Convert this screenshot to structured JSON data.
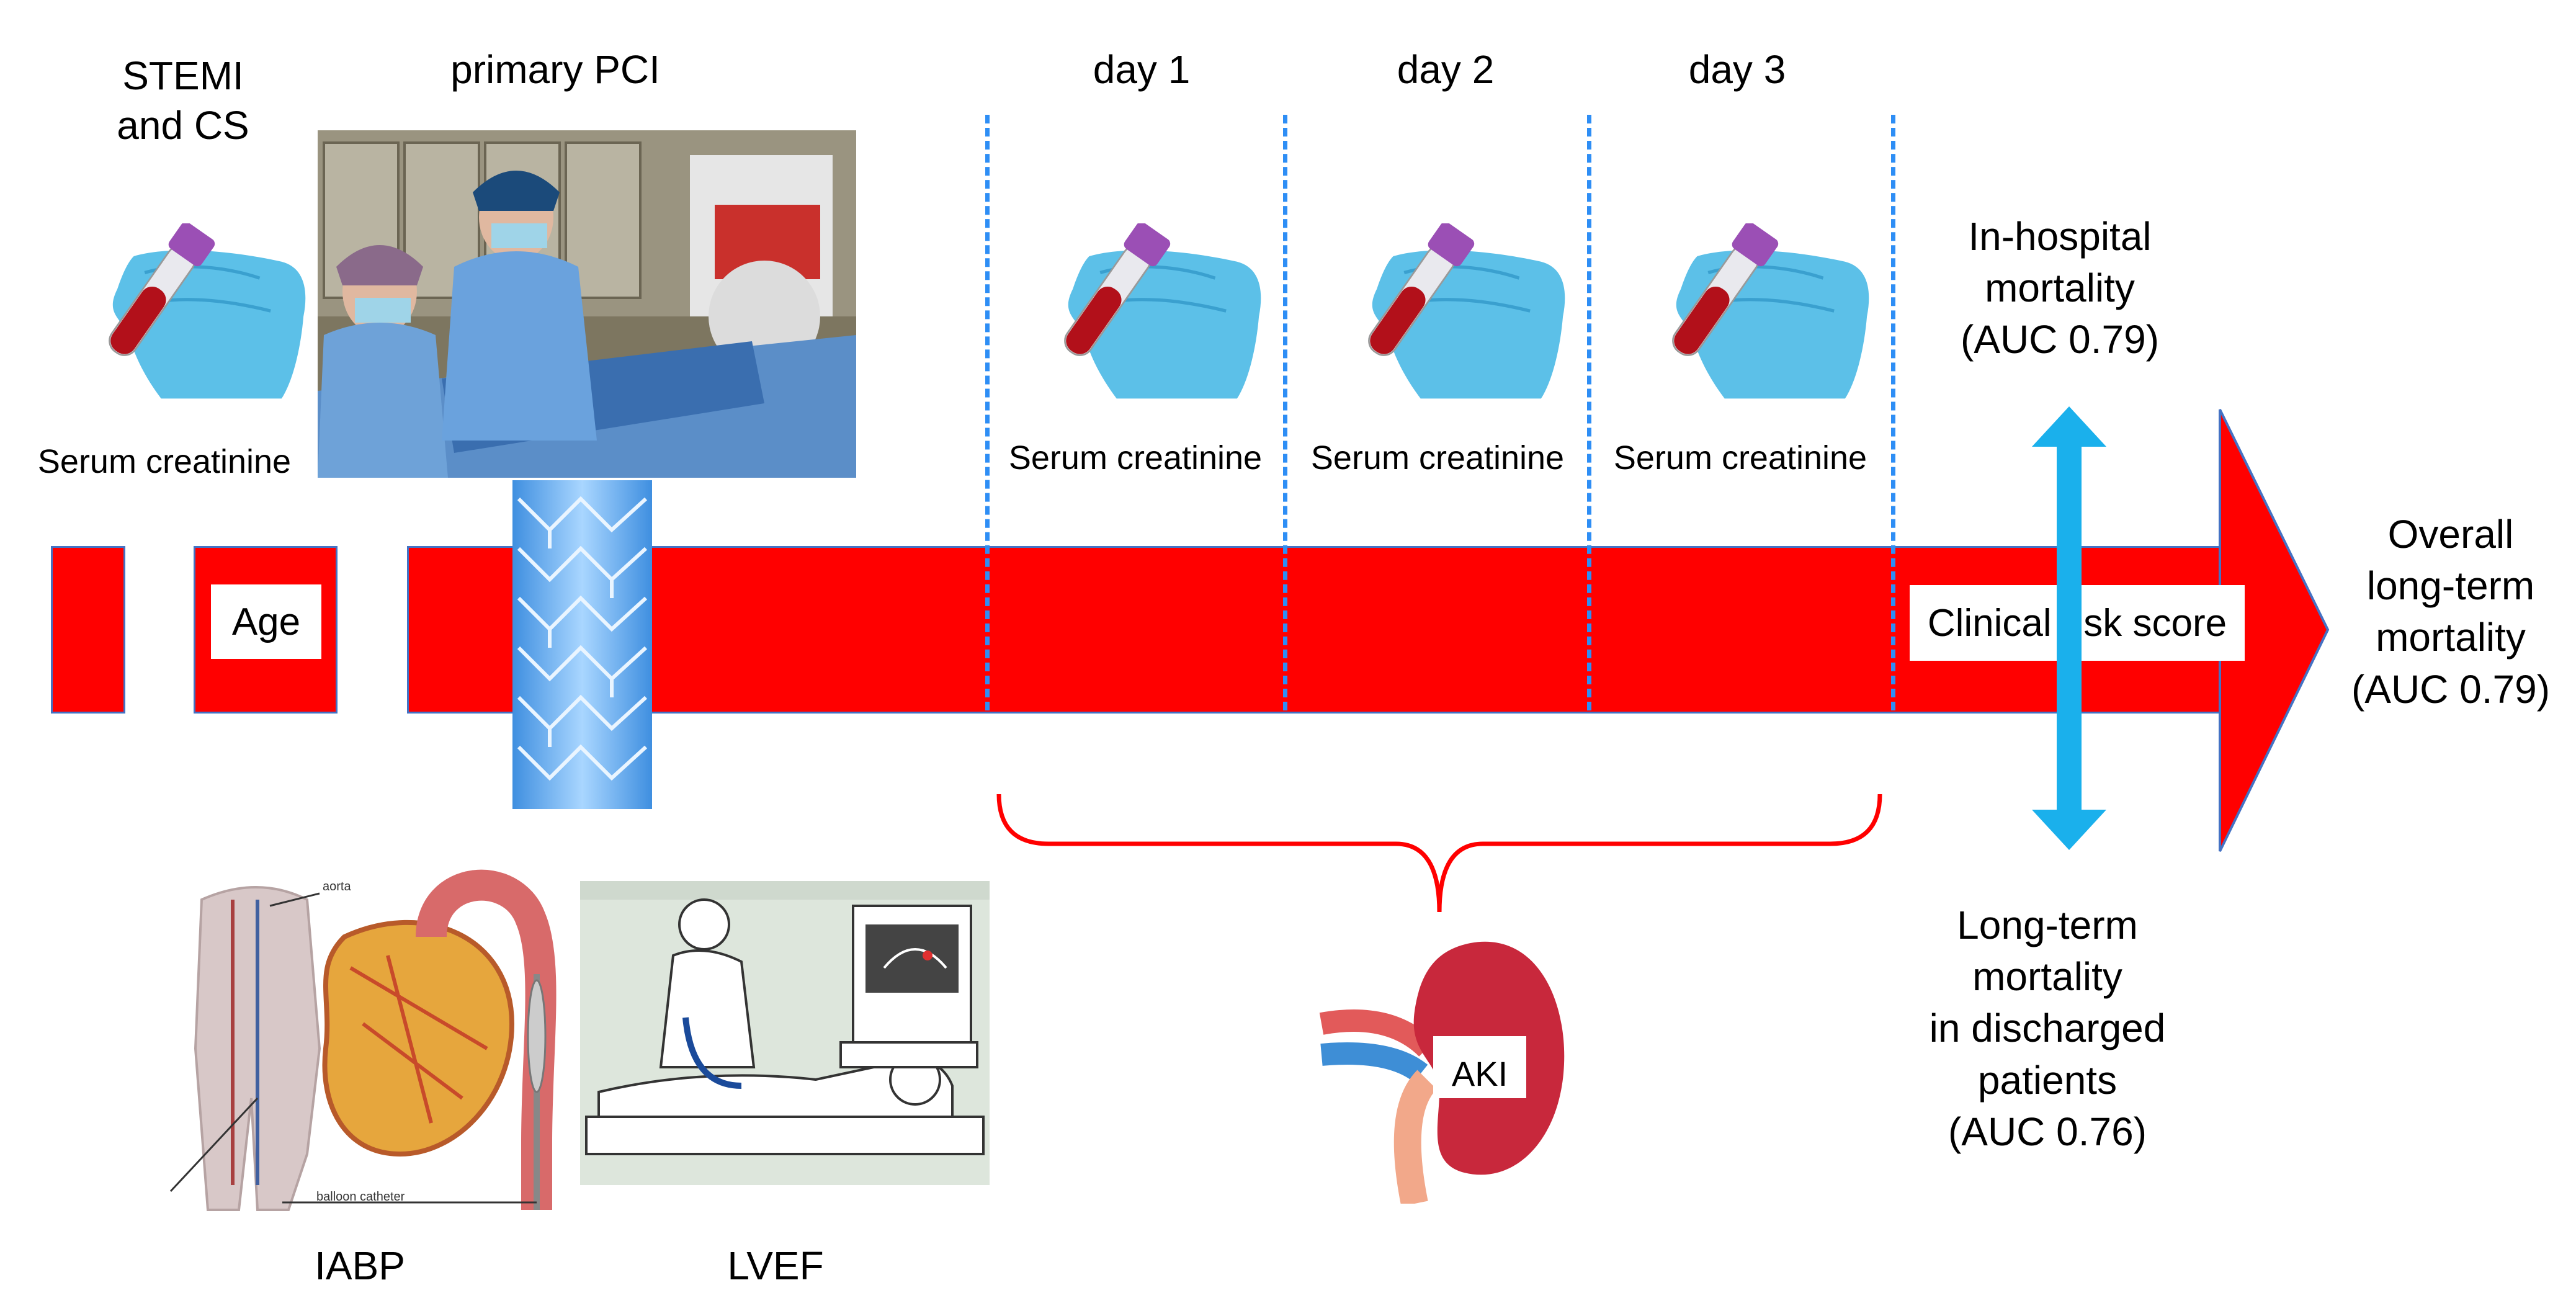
{
  "labels": {
    "stemi_cs": [
      "STEMI",
      "and CS"
    ],
    "primary_pci": "primary PCI",
    "day1": "day 1",
    "day2": "day 2",
    "day3": "day 3",
    "serum_creatinine": "Serum creatinine",
    "age": "Age",
    "clinical_risk_score": "Clinical risk score",
    "iabp": "IABP",
    "lvef": "LVEF",
    "aki": "AKI",
    "aorta": "aorta",
    "balloon_catheter": "balloon catheter"
  },
  "outcomes": {
    "in_hospital": [
      "In-hospital",
      "mortality",
      "(AUC 0.79)"
    ],
    "overall": [
      "Overall",
      "long-term",
      "mortality",
      "(AUC 0.79)"
    ],
    "discharged": [
      "Long-term",
      "mortality",
      "in discharged",
      "patients",
      "(AUC 0.76)"
    ]
  },
  "colors": {
    "timeline_red": "#ff0000",
    "dashed_blue": "#2e8ef5",
    "double_arrow": "#1ab0ec",
    "glove": "#5cc0e8",
    "kidney": "#c8283c"
  }
}
